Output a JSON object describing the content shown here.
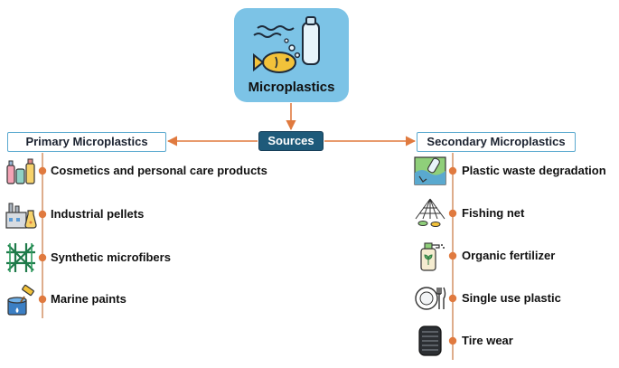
{
  "hero": {
    "title": "Microplastics",
    "icon": "fish-bottle-icon"
  },
  "center": {
    "label": "Sources"
  },
  "primary": {
    "title": "Primary Microplastics",
    "items": [
      {
        "label": "Cosmetics and personal care products",
        "icon": "cosmetics-icon"
      },
      {
        "label": "Industrial pellets",
        "icon": "factory-icon"
      },
      {
        "label": "Synthetic microfibers",
        "icon": "microfiber-icon"
      },
      {
        "label": "Marine paints",
        "icon": "paint-bucket-icon"
      }
    ]
  },
  "secondary": {
    "title": "Secondary Microplastics",
    "items": [
      {
        "label": "Plastic waste degradation",
        "icon": "plastic-waste-icon"
      },
      {
        "label": "Fishing net",
        "icon": "fishing-net-icon"
      },
      {
        "label": "Organic fertilizer",
        "icon": "fertilizer-sprayer-icon"
      },
      {
        "label": "Single use plastic",
        "icon": "plate-cutlery-icon"
      },
      {
        "label": "Tire wear",
        "icon": "tire-icon"
      }
    ]
  },
  "colors": {
    "connector": "#e07a3f",
    "dot": "#e07a3f",
    "sources_fill": "#1e5a7a",
    "hero_fill": "#7cc3e6",
    "box_border": "#5aa9cf"
  }
}
